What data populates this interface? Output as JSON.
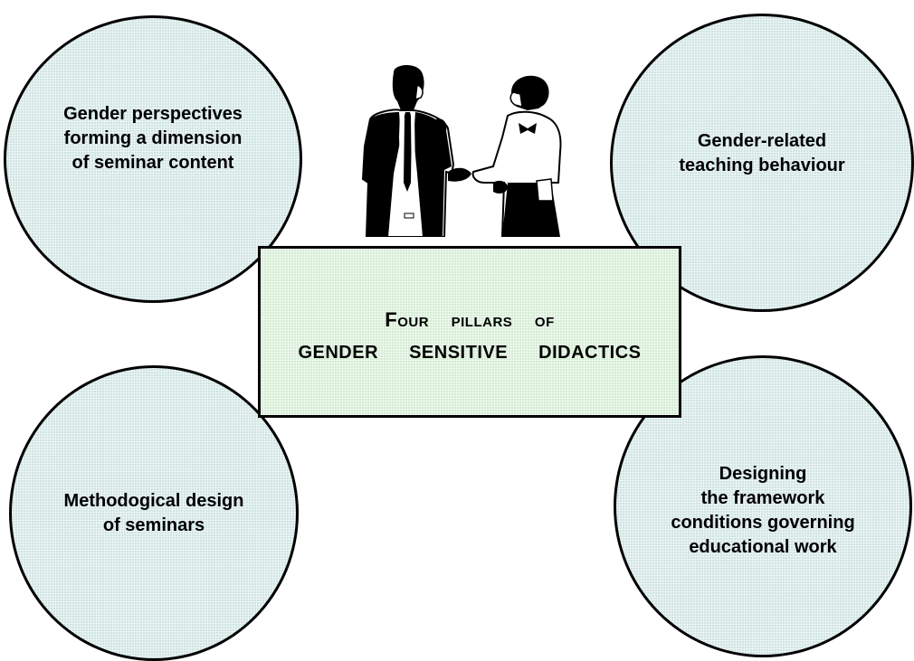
{
  "diagram": {
    "center": {
      "line1": "Four pillars of",
      "line2": "GENDER SENSITIVE DIDACTICS"
    },
    "pillars": [
      {
        "text": "Gender perspectives\nforming a dimension\nof seminar content"
      },
      {
        "text": "Gender-related\nteaching behaviour"
      },
      {
        "text": "Methodogical design\nof seminars"
      },
      {
        "text": "Designing\nthe framework\nconditions governing\neducational work"
      }
    ],
    "colors": {
      "circle_fill": "#cfe4e2",
      "center_fill": "#d2ecd2",
      "outline": "#000000"
    },
    "illustration": "handshake-silhouette-icon"
  }
}
